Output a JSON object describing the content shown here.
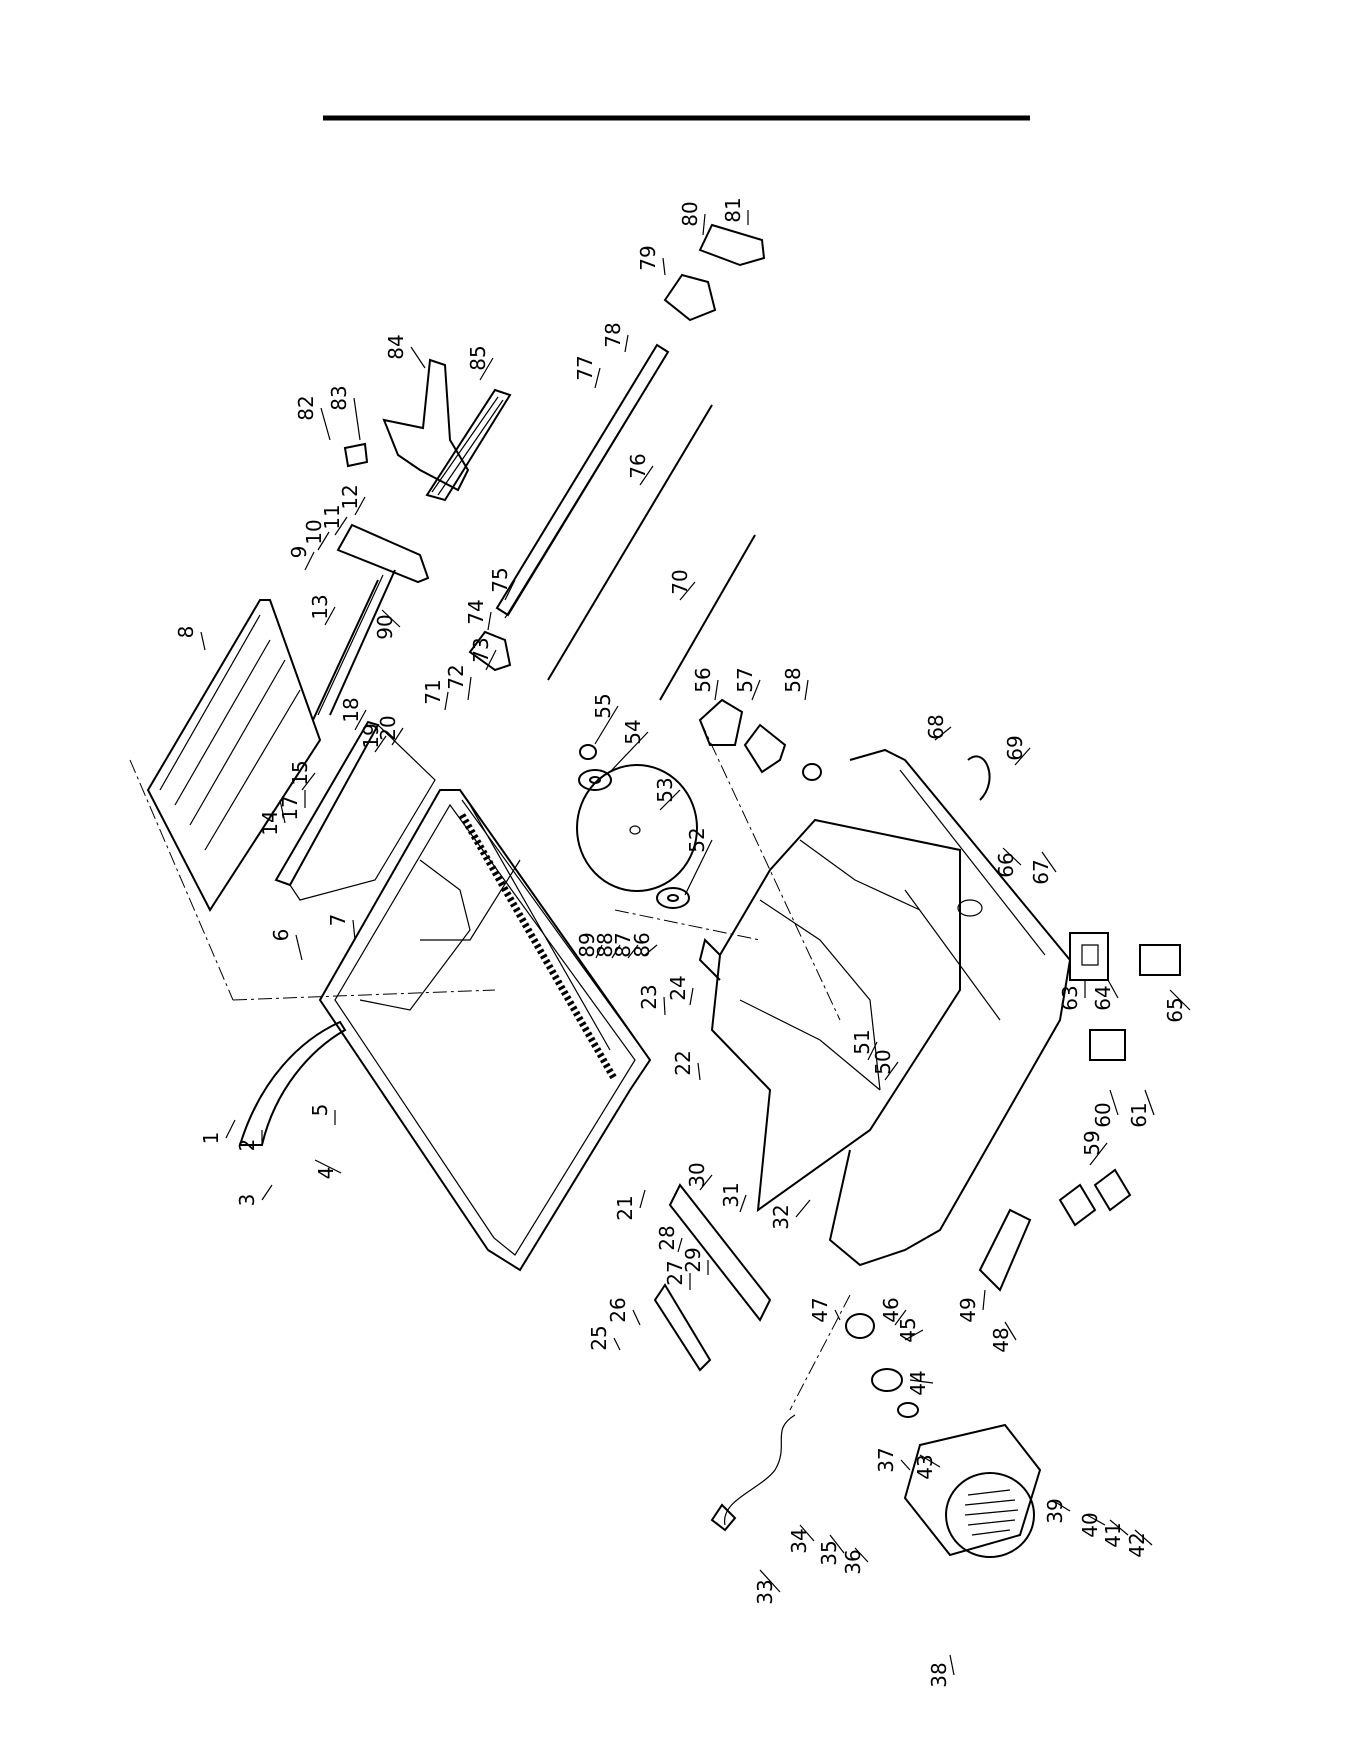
{
  "diagram": {
    "type": "exploded-parts-view",
    "part_numbers": [
      "1",
      "2",
      "3",
      "4",
      "5",
      "6",
      "7",
      "8",
      "9",
      "10",
      "11",
      "12",
      "13",
      "14",
      "15",
      "17",
      "18",
      "19",
      "20",
      "21",
      "22",
      "23",
      "24",
      "25",
      "26",
      "27",
      "28",
      "29",
      "30",
      "31",
      "32",
      "33",
      "34",
      "35",
      "36",
      "37",
      "38",
      "39",
      "40",
      "41",
      "42",
      "43",
      "44",
      "45",
      "46",
      "47",
      "48",
      "49",
      "50",
      "51",
      "52",
      "53",
      "54",
      "55",
      "56",
      "57",
      "58",
      "59",
      "60",
      "61",
      "63",
      "64",
      "65",
      "66",
      "67",
      "68",
      "69",
      "70",
      "71",
      "72",
      "73",
      "74",
      "75",
      "76",
      "77",
      "78",
      "79",
      "80",
      "81",
      "82",
      "83",
      "84",
      "85",
      "86",
      "87",
      "88",
      "89",
      "90"
    ]
  }
}
